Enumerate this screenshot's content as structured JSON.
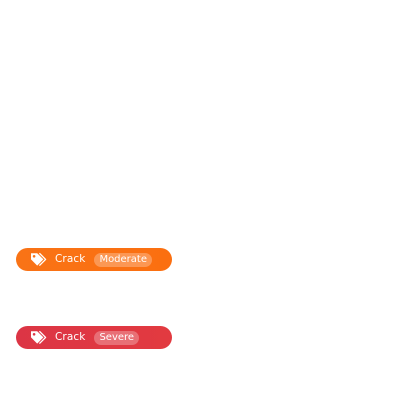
{
  "tags": [
    {
      "icon": "tags-icon",
      "label": "Crack",
      "severity": "Moderate",
      "color": "#f97316",
      "color_end": "#fb6f10"
    },
    {
      "icon": "tags-icon",
      "label": "Crack",
      "severity": "Severe",
      "color": "#dc3545",
      "color_end": "#e23a40"
    }
  ]
}
